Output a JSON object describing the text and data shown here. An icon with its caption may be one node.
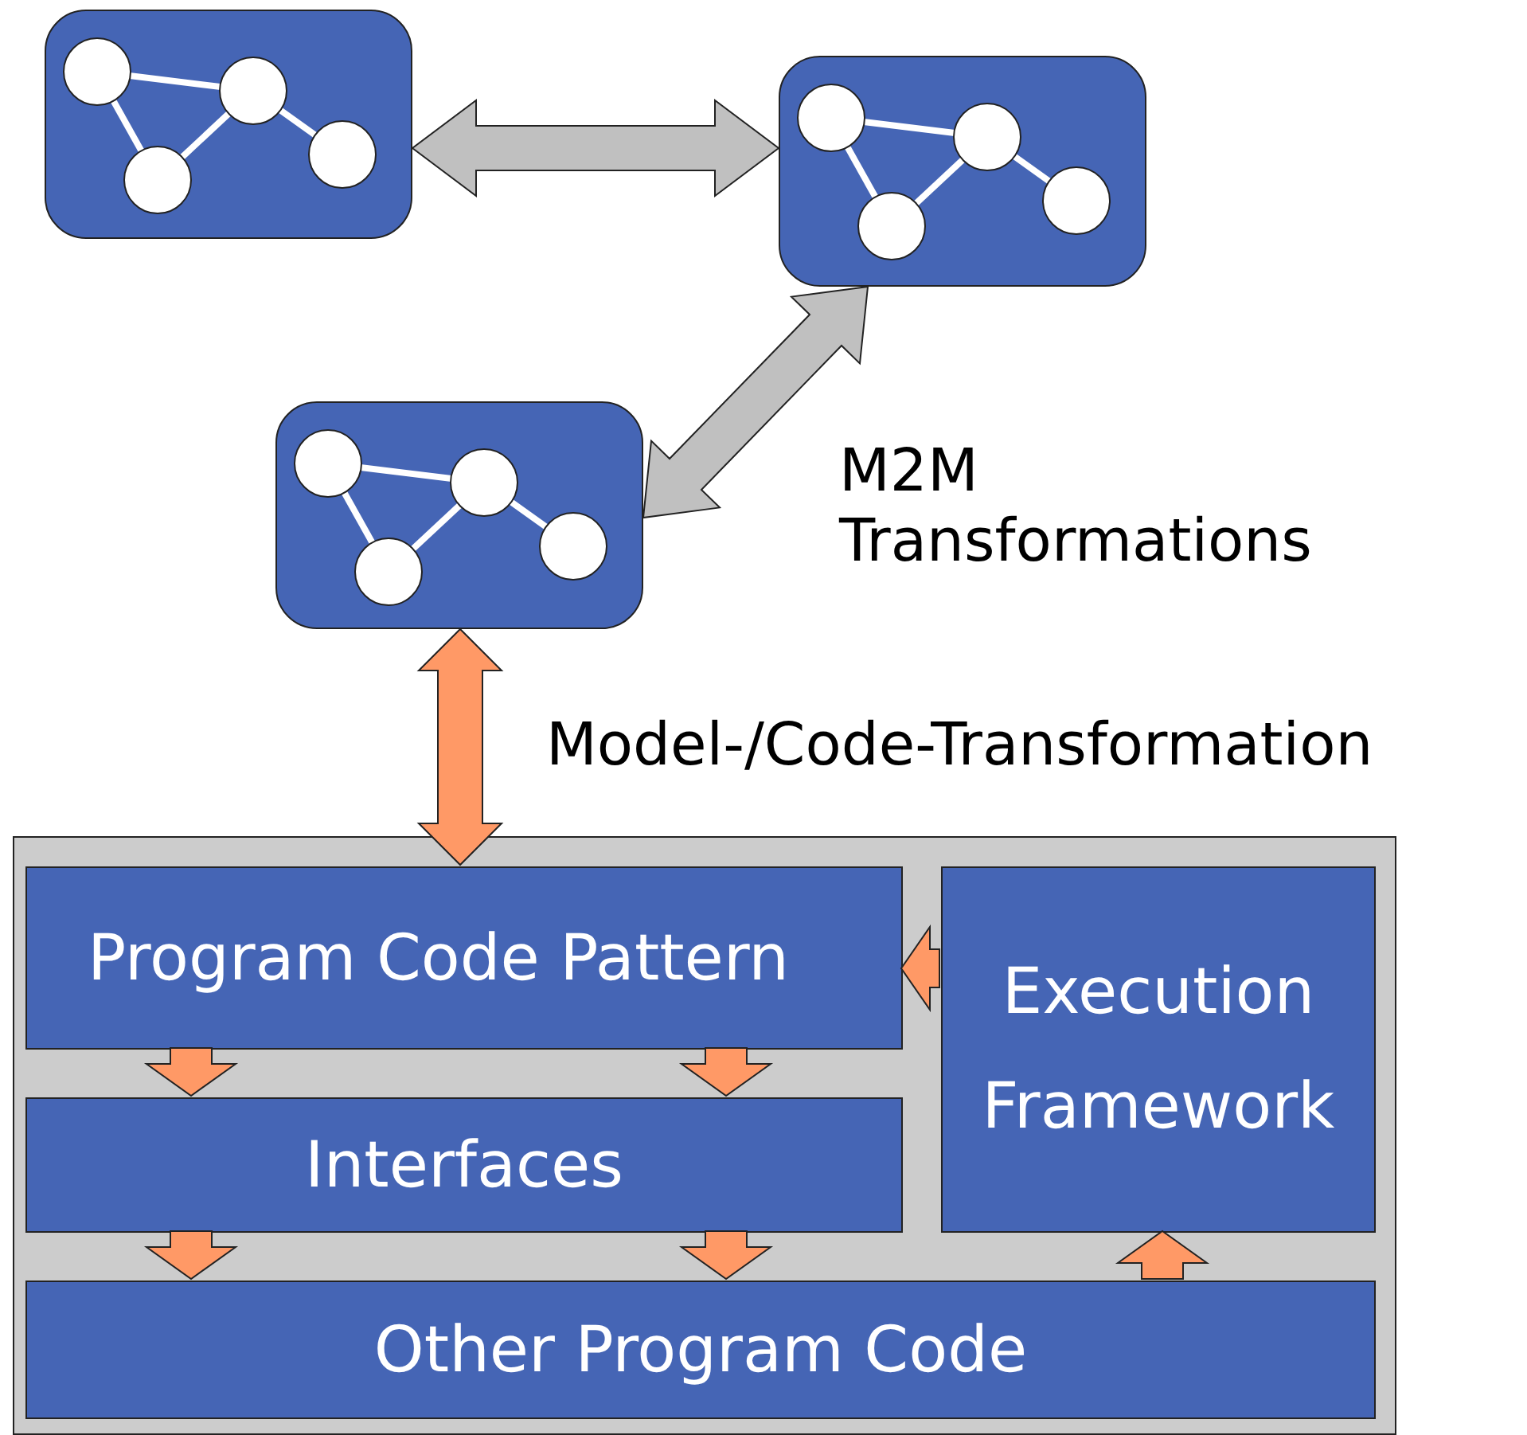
{
  "diagram": {
    "nodes": [
      {
        "text": [],
        "shape": "box"
      },
      {
        "text": [],
        "shape": "box"
      },
      {
        "text": [],
        "shape": "box"
      },
      {
        "text": [],
        "shape": "box"
      },
      {
        "text": [
          "Program Code Pattern"
        ],
        "in": 3
      },
      {
        "text": [
          "Execution Framework"
        ],
        "in": 3
      },
      {
        "text": [
          "Interfaces"
        ],
        "in": 3
      },
      {
        "text": [
          "Other Program Code"
        ],
        "in": 3
      }
    ],
    "edges": [
      {
        "from": 0,
        "to": 1,
        "arrow": "both",
        "color": "#c0c0c0"
      },
      {
        "from": 1,
        "to": 2,
        "arrow": "both",
        "color": "#c0c0c0",
        "label": "M2M Transformations"
      },
      {
        "from": 2,
        "to": 4,
        "arrow": "both",
        "label": "Model-/Code-Transformation"
      },
      {
        "from": 5,
        "to": 4,
        "arrow": "to"
      },
      {
        "from": 4,
        "to": 6,
        "arrow": "to"
      },
      {
        "from": 4,
        "to": 6,
        "arrow": "to"
      },
      {
        "from": 6,
        "to": 7,
        "arrow": "to"
      },
      {
        "from": 6,
        "to": 7,
        "arrow": "to"
      },
      {
        "from": 7,
        "to": 5,
        "arrow": "to"
      }
    ]
  }
}
